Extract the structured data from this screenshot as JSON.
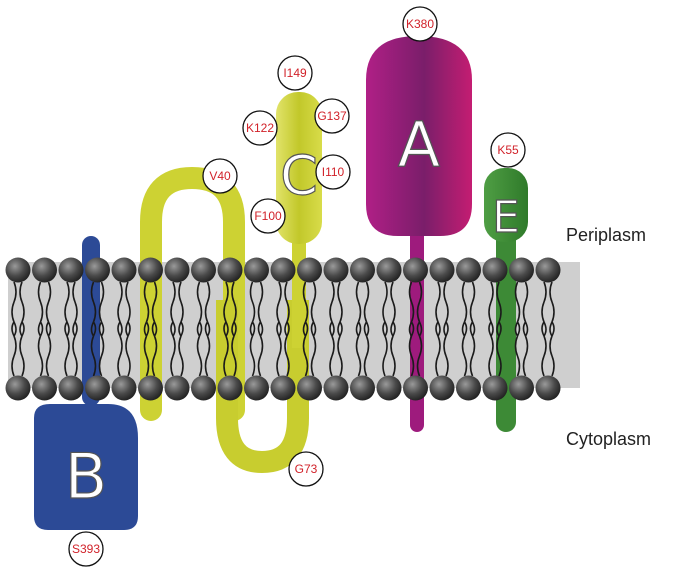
{
  "diagram": {
    "regions": {
      "periplasm": "Periplasm",
      "cytoplasm": "Cytoplasm"
    },
    "proteins": [
      {
        "id": "A",
        "letter": "A",
        "color": "#9e1b7d"
      },
      {
        "id": "B",
        "letter": "B",
        "color": "#2c4a96"
      },
      {
        "id": "C",
        "letter": "C",
        "color": "#cdd233"
      },
      {
        "id": "E",
        "letter": "E",
        "color": "#3d8a36"
      }
    ],
    "residues": {
      "k380": "K380",
      "i149": "I149",
      "g137": "G137",
      "k122": "K122",
      "i110": "I110",
      "f100": "F100",
      "v40": "V40",
      "k55": "K55",
      "g73": "G73",
      "s393": "S393"
    }
  }
}
